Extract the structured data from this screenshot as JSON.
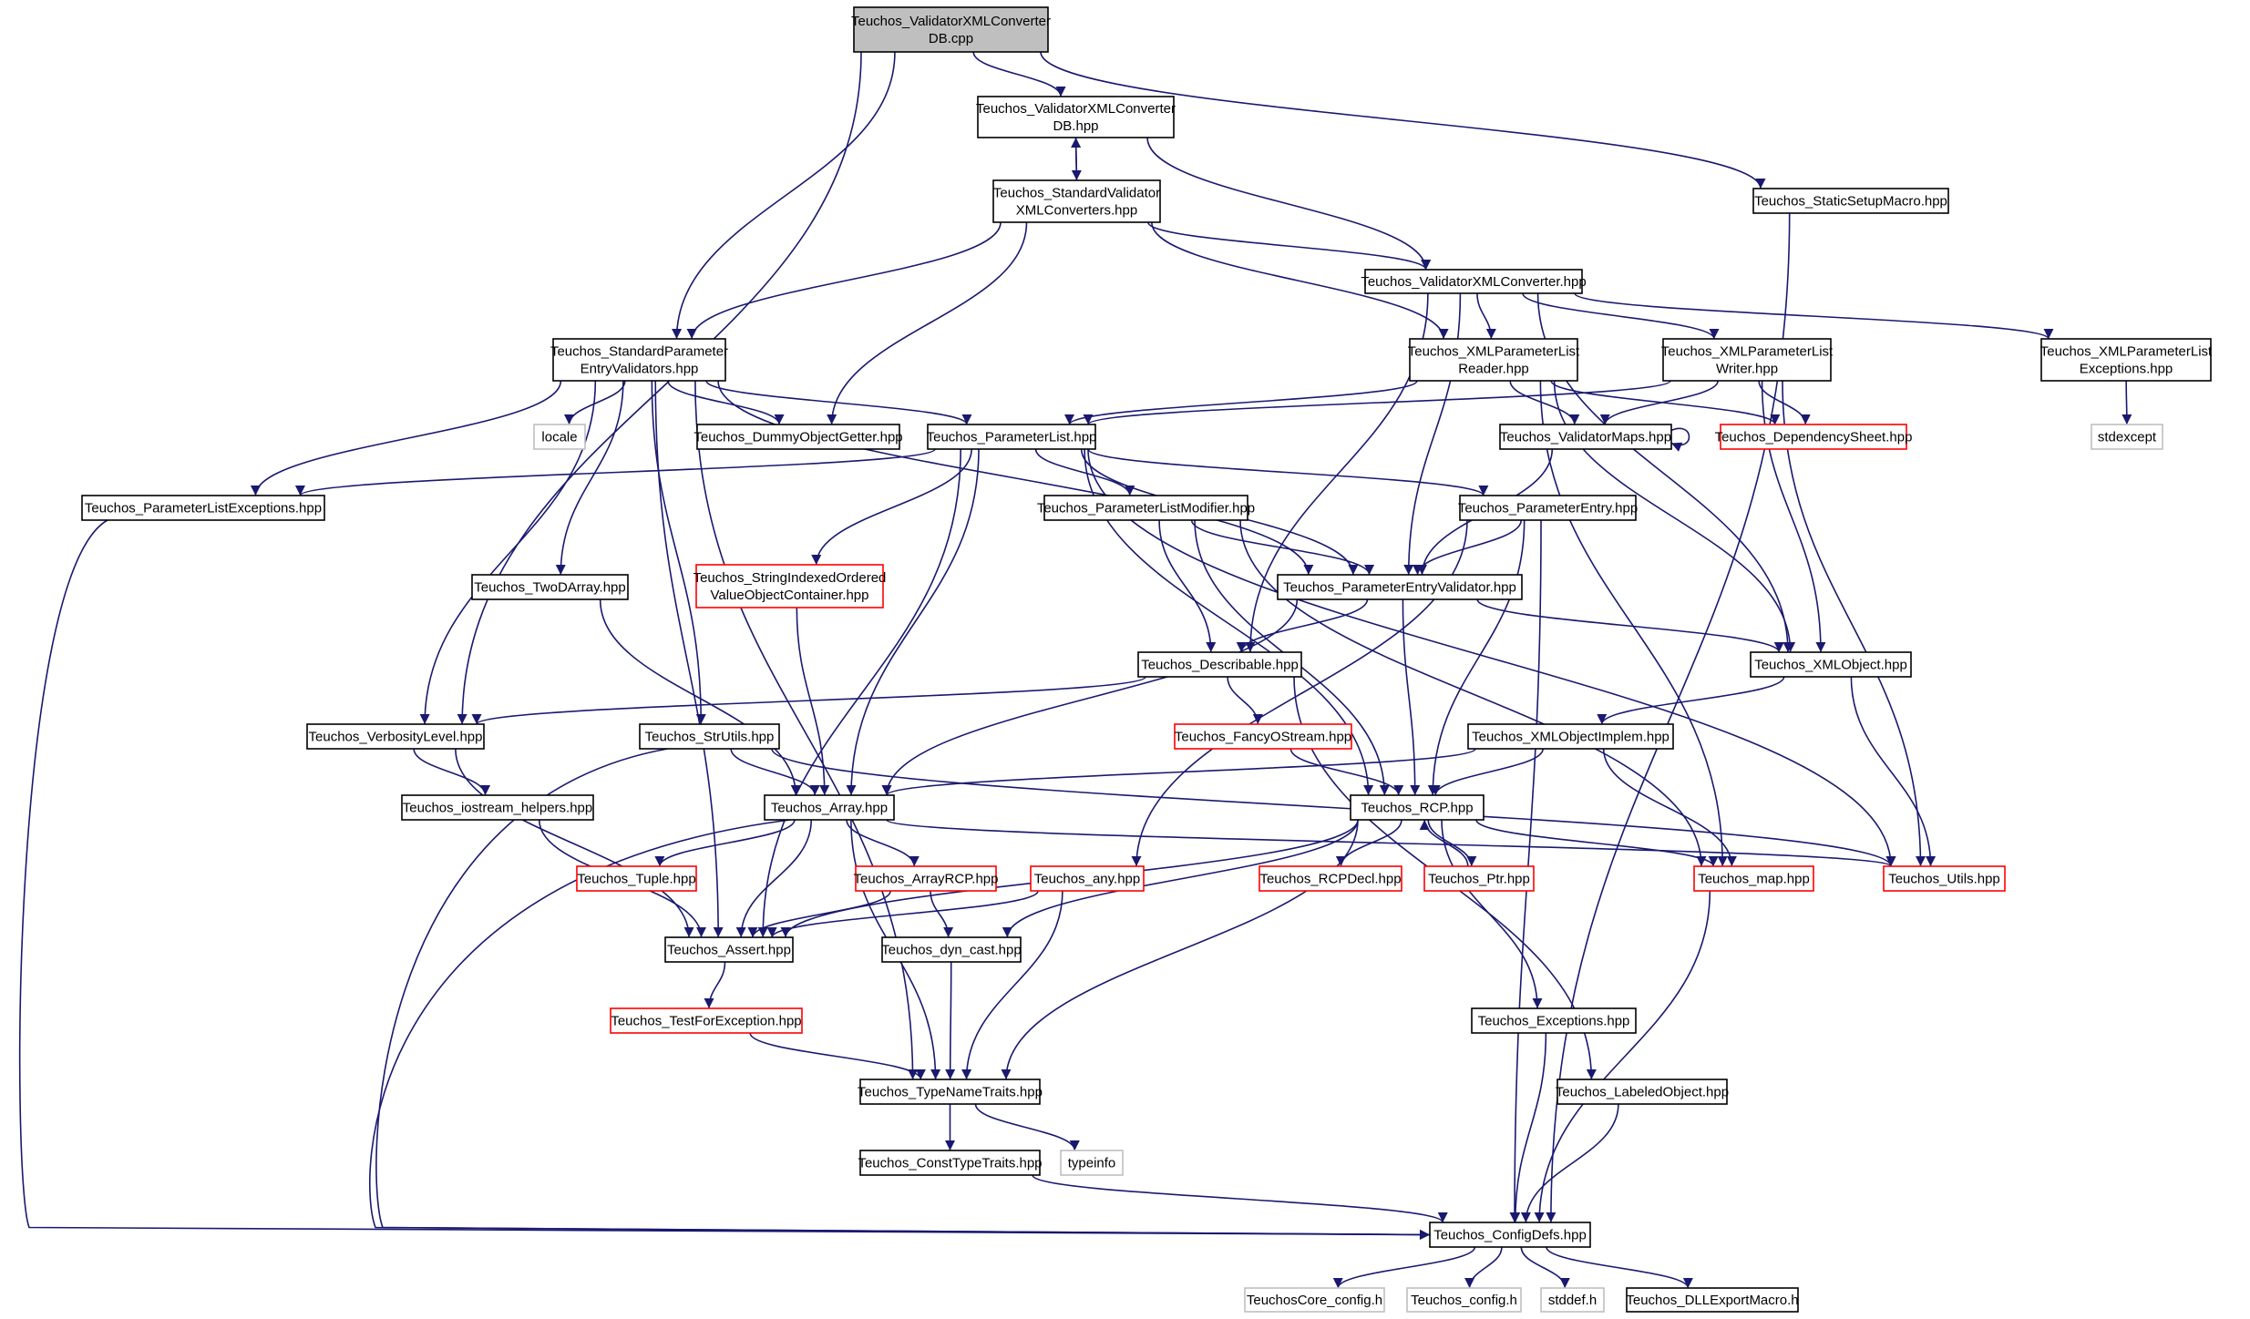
{
  "colors": {
    "edge": "#191970",
    "root_fill": "#bfbfbf",
    "node_border": "#000000",
    "incomplete_border": "#ff0000",
    "system_border": "#bfbfbf"
  },
  "nodes": [
    {
      "id": "root",
      "lines": [
        "Teuchos_ValidatorXMLConverter",
        "DB.cpp"
      ],
      "style": "root"
    },
    {
      "id": "vxcdb",
      "lines": [
        "Teuchos_ValidatorXMLConverter",
        "DB.hpp"
      ],
      "style": "normal"
    },
    {
      "id": "ssm",
      "lines": [
        "Teuchos_StaticSetupMacro.hpp"
      ],
      "style": "normal"
    },
    {
      "id": "svxc",
      "lines": [
        "Teuchos_StandardValidator",
        "XMLConverters.hpp"
      ],
      "style": "normal"
    },
    {
      "id": "vxc",
      "lines": [
        "Teuchos_ValidatorXMLConverter.hpp"
      ],
      "style": "normal"
    },
    {
      "id": "spev",
      "lines": [
        "Teuchos_StandardParameter",
        "EntryValidators.hpp"
      ],
      "style": "normal"
    },
    {
      "id": "xplr",
      "lines": [
        "Teuchos_XMLParameterList",
        "Reader.hpp"
      ],
      "style": "normal"
    },
    {
      "id": "xplw",
      "lines": [
        "Teuchos_XMLParameterList",
        "Writer.hpp"
      ],
      "style": "normal"
    },
    {
      "id": "xple",
      "lines": [
        "Teuchos_XMLParameterList",
        "Exceptions.hpp"
      ],
      "style": "normal"
    },
    {
      "id": "locale",
      "lines": [
        "locale"
      ],
      "style": "system"
    },
    {
      "id": "dog",
      "lines": [
        "Teuchos_DummyObjectGetter.hpp"
      ],
      "style": "normal"
    },
    {
      "id": "pl",
      "lines": [
        "Teuchos_ParameterList.hpp"
      ],
      "style": "normal"
    },
    {
      "id": "vm",
      "lines": [
        "Teuchos_ValidatorMaps.hpp"
      ],
      "style": "normal"
    },
    {
      "id": "ds",
      "lines": [
        "Teuchos_DependencySheet.hpp"
      ],
      "style": "incomplete"
    },
    {
      "id": "stdexcept",
      "lines": [
        "stdexcept"
      ],
      "style": "system"
    },
    {
      "id": "plex",
      "lines": [
        "Teuchos_ParameterListExceptions.hpp"
      ],
      "style": "normal"
    },
    {
      "id": "plm",
      "lines": [
        "Teuchos_ParameterListModifier.hpp"
      ],
      "style": "normal"
    },
    {
      "id": "pe",
      "lines": [
        "Teuchos_ParameterEntry.hpp"
      ],
      "style": "normal"
    },
    {
      "id": "tda",
      "lines": [
        "Teuchos_TwoDArray.hpp"
      ],
      "style": "normal"
    },
    {
      "id": "sioc",
      "lines": [
        "Teuchos_StringIndexedOrdered",
        "ValueObjectContainer.hpp"
      ],
      "style": "incomplete"
    },
    {
      "id": "pev",
      "lines": [
        "Teuchos_ParameterEntryValidator.hpp"
      ],
      "style": "normal"
    },
    {
      "id": "desc",
      "lines": [
        "Teuchos_Describable.hpp"
      ],
      "style": "normal"
    },
    {
      "id": "xo",
      "lines": [
        "Teuchos_XMLObject.hpp"
      ],
      "style": "normal"
    },
    {
      "id": "vl",
      "lines": [
        "Teuchos_VerbosityLevel.hpp"
      ],
      "style": "normal"
    },
    {
      "id": "su",
      "lines": [
        "Teuchos_StrUtils.hpp"
      ],
      "style": "normal"
    },
    {
      "id": "fos",
      "lines": [
        "Teuchos_FancyOStream.hpp"
      ],
      "style": "incomplete"
    },
    {
      "id": "xoi",
      "lines": [
        "Teuchos_XMLObjectImplem.hpp"
      ],
      "style": "normal"
    },
    {
      "id": "ioh",
      "lines": [
        "Teuchos_iostream_helpers.hpp"
      ],
      "style": "normal"
    },
    {
      "id": "arr",
      "lines": [
        "Teuchos_Array.hpp"
      ],
      "style": "normal"
    },
    {
      "id": "rcp",
      "lines": [
        "Teuchos_RCP.hpp"
      ],
      "style": "normal"
    },
    {
      "id": "tup",
      "lines": [
        "Teuchos_Tuple.hpp"
      ],
      "style": "incomplete"
    },
    {
      "id": "arcp",
      "lines": [
        "Teuchos_ArrayRCP.hpp"
      ],
      "style": "incomplete"
    },
    {
      "id": "any",
      "lines": [
        "Teuchos_any.hpp"
      ],
      "style": "incomplete"
    },
    {
      "id": "rcpd",
      "lines": [
        "Teuchos_RCPDecl.hpp"
      ],
      "style": "incomplete"
    },
    {
      "id": "ptr",
      "lines": [
        "Teuchos_Ptr.hpp"
      ],
      "style": "incomplete"
    },
    {
      "id": "map",
      "lines": [
        "Teuchos_map.hpp"
      ],
      "style": "incomplete"
    },
    {
      "id": "utils",
      "lines": [
        "Teuchos_Utils.hpp"
      ],
      "style": "incomplete"
    },
    {
      "id": "asrt",
      "lines": [
        "Teuchos_Assert.hpp"
      ],
      "style": "normal"
    },
    {
      "id": "dync",
      "lines": [
        "Teuchos_dyn_cast.hpp"
      ],
      "style": "normal"
    },
    {
      "id": "tfe",
      "lines": [
        "Teuchos_TestForException.hpp"
      ],
      "style": "incomplete"
    },
    {
      "id": "exc",
      "lines": [
        "Teuchos_Exceptions.hpp"
      ],
      "style": "normal"
    },
    {
      "id": "lo",
      "lines": [
        "Teuchos_LabeledObject.hpp"
      ],
      "style": "normal"
    },
    {
      "id": "tnt",
      "lines": [
        "Teuchos_TypeNameTraits.hpp"
      ],
      "style": "normal"
    },
    {
      "id": "ctt",
      "lines": [
        "Teuchos_ConstTypeTraits.hpp"
      ],
      "style": "normal"
    },
    {
      "id": "typeinfo",
      "lines": [
        "typeinfo"
      ],
      "style": "system"
    },
    {
      "id": "cd",
      "lines": [
        "Teuchos_ConfigDefs.hpp"
      ],
      "style": "normal"
    },
    {
      "id": "tcc",
      "lines": [
        "TeuchosCore_config.h"
      ],
      "style": "system"
    },
    {
      "id": "tconf",
      "lines": [
        "Teuchos_config.h"
      ],
      "style": "system"
    },
    {
      "id": "stddef",
      "lines": [
        "stddef.h"
      ],
      "style": "system"
    },
    {
      "id": "dll",
      "lines": [
        "Teuchos_DLLExportMacro.h"
      ],
      "style": "normal"
    }
  ],
  "edges": [
    [
      "root",
      "vxcdb"
    ],
    [
      "root",
      "ssm"
    ],
    [
      "root",
      "spev"
    ],
    [
      "root",
      "vl"
    ],
    [
      "vxcdb",
      "svxc"
    ],
    [
      "vxcdb",
      "vxc"
    ],
    [
      "svxc",
      "vxcdb"
    ],
    [
      "svxc",
      "vxc"
    ],
    [
      "svxc",
      "spev"
    ],
    [
      "svxc",
      "xplr"
    ],
    [
      "svxc",
      "dog"
    ],
    [
      "ssm",
      "cd"
    ],
    [
      "vxc",
      "xplr"
    ],
    [
      "vxc",
      "xplw"
    ],
    [
      "vxc",
      "xple"
    ],
    [
      "vxc",
      "xo"
    ],
    [
      "vxc",
      "pev"
    ],
    [
      "vxc",
      "desc"
    ],
    [
      "spev",
      "locale"
    ],
    [
      "spev",
      "dog"
    ],
    [
      "spev",
      "pl"
    ],
    [
      "spev",
      "pev"
    ],
    [
      "spev",
      "plex"
    ],
    [
      "spev",
      "vl"
    ],
    [
      "spev",
      "tda"
    ],
    [
      "spev",
      "su"
    ],
    [
      "spev",
      "asrt"
    ],
    [
      "spev",
      "tnt"
    ],
    [
      "xplr",
      "pl"
    ],
    [
      "xplr",
      "vm"
    ],
    [
      "xplr",
      "ds"
    ],
    [
      "xplr",
      "map"
    ],
    [
      "xplr",
      "xo"
    ],
    [
      "xplw",
      "pl"
    ],
    [
      "xplw",
      "vm"
    ],
    [
      "xplw",
      "ds"
    ],
    [
      "xplw",
      "xo"
    ],
    [
      "xplw",
      "utils"
    ],
    [
      "xple",
      "stdexcept"
    ],
    [
      "vm",
      "vm"
    ],
    [
      "vm",
      "pev"
    ],
    [
      "pl",
      "plex"
    ],
    [
      "pl",
      "plm"
    ],
    [
      "pl",
      "pe"
    ],
    [
      "pl",
      "pev"
    ],
    [
      "pl",
      "sioc"
    ],
    [
      "pl",
      "arr"
    ],
    [
      "pl",
      "asrt"
    ],
    [
      "pl",
      "rcp"
    ],
    [
      "pl",
      "utils"
    ],
    [
      "plex",
      "cd"
    ],
    [
      "plm",
      "pev"
    ],
    [
      "plm",
      "desc"
    ],
    [
      "plm",
      "rcp"
    ],
    [
      "plm",
      "map"
    ],
    [
      "pe",
      "pev"
    ],
    [
      "pe",
      "any"
    ],
    [
      "pe",
      "rcp"
    ],
    [
      "pe",
      "cd"
    ],
    [
      "tda",
      "arr"
    ],
    [
      "sioc",
      "arr"
    ],
    [
      "pev",
      "desc"
    ],
    [
      "pev",
      "xo"
    ],
    [
      "pev",
      "rcp"
    ],
    [
      "pev",
      "arr"
    ],
    [
      "desc",
      "vl"
    ],
    [
      "desc",
      "fos"
    ],
    [
      "desc",
      "lo"
    ],
    [
      "xo",
      "xoi"
    ],
    [
      "xo",
      "utils"
    ],
    [
      "vl",
      "ioh"
    ],
    [
      "vl",
      "asrt"
    ],
    [
      "su",
      "arr"
    ],
    [
      "su",
      "utils"
    ],
    [
      "su",
      "cd"
    ],
    [
      "fos",
      "rcp"
    ],
    [
      "xoi",
      "arr"
    ],
    [
      "xoi",
      "rcp"
    ],
    [
      "xoi",
      "map"
    ],
    [
      "ioh",
      "asrt"
    ],
    [
      "arr",
      "tup"
    ],
    [
      "arr",
      "arcp"
    ],
    [
      "arr",
      "asrt"
    ],
    [
      "arr",
      "tnt"
    ],
    [
      "arr",
      "utils"
    ],
    [
      "arr",
      "cd"
    ],
    [
      "rcp",
      "rcpd"
    ],
    [
      "rcp",
      "ptr"
    ],
    [
      "rcp",
      "map"
    ],
    [
      "rcp",
      "asrt"
    ],
    [
      "rcp",
      "dync"
    ],
    [
      "rcp",
      "exc"
    ],
    [
      "rcp",
      "tnt"
    ],
    [
      "ptr",
      "rcp"
    ],
    [
      "arcp",
      "asrt"
    ],
    [
      "arcp",
      "dync"
    ],
    [
      "any",
      "asrt"
    ],
    [
      "any",
      "tnt"
    ],
    [
      "asrt",
      "tfe"
    ],
    [
      "tfe",
      "tnt"
    ],
    [
      "dync",
      "tnt"
    ],
    [
      "map",
      "cd"
    ],
    [
      "exc",
      "cd"
    ],
    [
      "lo",
      "cd"
    ],
    [
      "tnt",
      "ctt"
    ],
    [
      "tnt",
      "typeinfo"
    ],
    [
      "ctt",
      "cd"
    ],
    [
      "cd",
      "tcc"
    ],
    [
      "cd",
      "tconf"
    ],
    [
      "cd",
      "stddef"
    ],
    [
      "cd",
      "dll"
    ]
  ]
}
